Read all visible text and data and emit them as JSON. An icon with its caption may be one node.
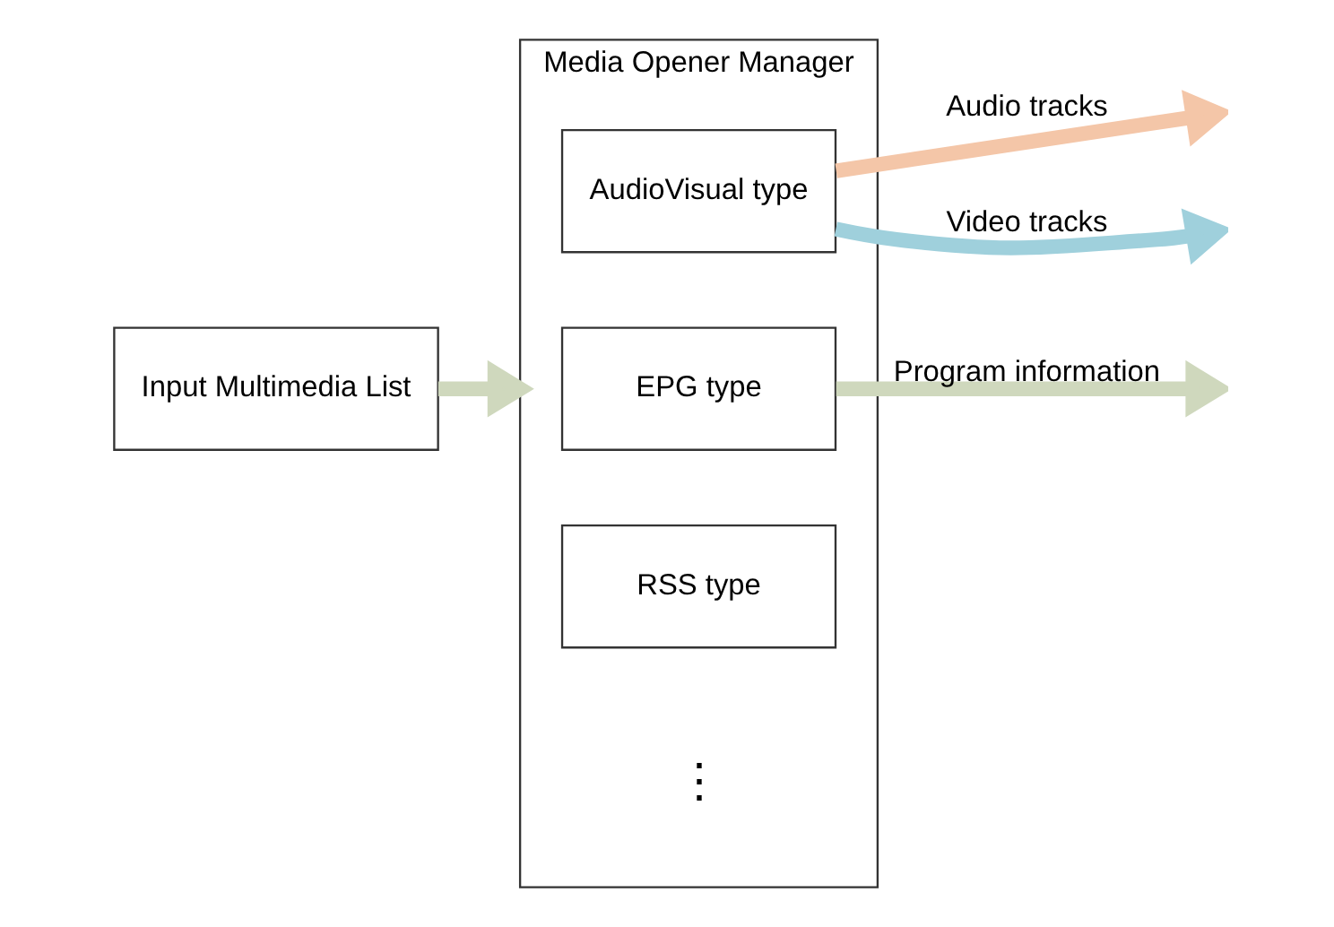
{
  "diagram": {
    "nodes": [
      {
        "text": [
          "Input Multimedia List"
        ]
      },
      {
        "text": [
          "Media Opener Manager"
        ]
      },
      {
        "text": [
          "AudioVisual type"
        ],
        "in": 1
      },
      {
        "text": [
          "EPG type"
        ],
        "in": 1
      },
      {
        "text": [
          "RSS type"
        ],
        "in": 1
      }
    ],
    "edges": [
      {
        "from": 0,
        "to": 1,
        "arrow": "to"
      },
      {
        "from": 2,
        "to": null,
        "arrow": "to",
        "label": "Audio tracks",
        "color": "#f4c6a8"
      },
      {
        "from": 2,
        "to": null,
        "arrow": "to",
        "label": "Video tracks",
        "color": "#9fd0dc"
      },
      {
        "from": 3,
        "to": null,
        "arrow": "to",
        "label": "Program information"
      }
    ],
    "labels": [
      "⋮"
    ]
  }
}
